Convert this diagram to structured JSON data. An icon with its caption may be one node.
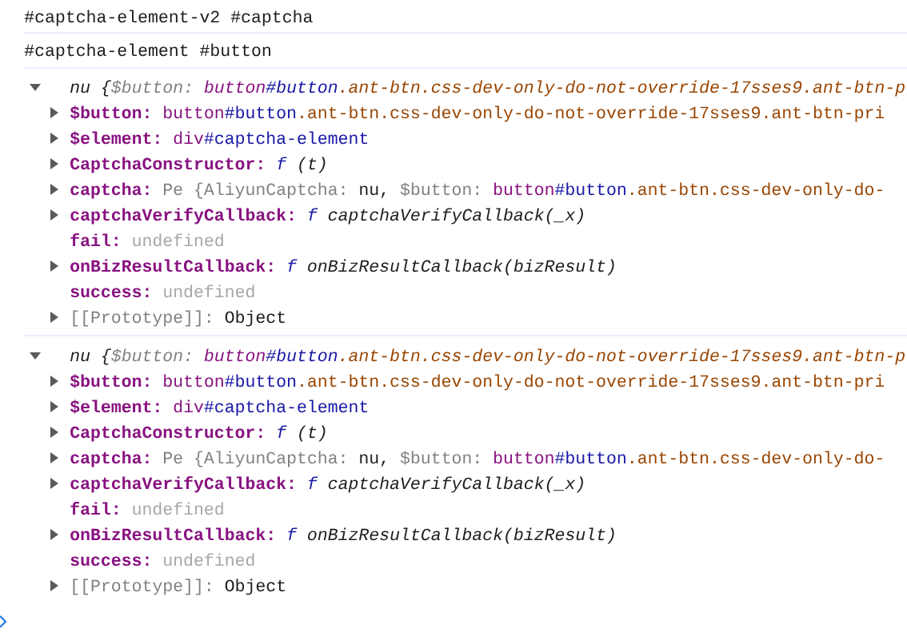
{
  "diagram": {
    "labels": [
      "#captcha-element-v2 #captcha",
      "#captcha-element #button",
      "nu {",
      "$button:",
      "button",
      "#button",
      ".ant-btn.css-dev-only-do-not-override-17sses9.ant-btn-p",
      "$button:",
      "button",
      "#button",
      ".ant-btn.css-dev-only-do-not-override-17sses9.ant-btn-pri",
      "$element:",
      "div",
      "#captcha-element",
      "CaptchaConstructor:",
      "f",
      "(t)",
      "captcha:",
      "Pe {AliyunCaptcha:",
      "nu,",
      "$button:",
      "button",
      "#button",
      ".ant-btn.css-dev-only-do-",
      "captchaVerifyCallback:",
      "f",
      "captchaVerifyCallback(_x)",
      "fail:",
      "undefined",
      "onBizResultCallback:",
      "f",
      "onBizResultCallback(bizResult)",
      "success:",
      "undefined",
      "[[Prototype]]:",
      "Object",
      "nu {",
      "$button:",
      "button",
      "#button",
      ".ant-btn.css-dev-only-do-not-override-17sses9.ant-btn-p",
      "$button:",
      "button",
      "#button",
      ".ant-btn.css-dev-only-do-not-override-17sses9.ant-btn-pri",
      "$element:",
      "div",
      "#captcha-element",
      "CaptchaConstructor:",
      "f",
      "(t)",
      "captcha:",
      "Pe {AliyunCaptcha:",
      "nu,",
      "$button:",
      "button",
      "#button",
      ".ant-btn.css-dev-only-do-",
      "captchaVerifyCallback:",
      "f",
      "captchaVerifyCallback(_x)",
      "fail:",
      "undefined",
      "onBizResultCallback:",
      "f",
      "onBizResultCallback(bizResult)",
      "success:",
      "undefined",
      "[[Prototype]]:",
      "Object"
    ]
  }
}
